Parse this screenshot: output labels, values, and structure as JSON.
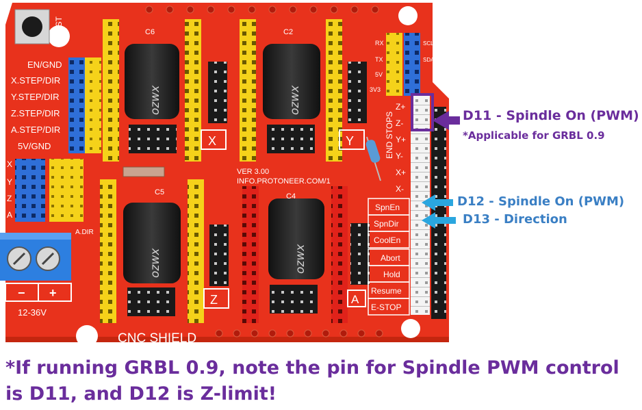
{
  "colors": {
    "board": "#e8321c",
    "board_dark": "#c4260f",
    "header_yellow": "#f5d21a",
    "header_blue": "#2f6fd8",
    "header_red": "#e0221a",
    "header_white": "#f2f2f2",
    "capacitor": "#1e1e1e",
    "terminal_blue": "#2d7fe0",
    "purple": "#6a2d9c",
    "cyan": "#2aa6df",
    "annotation_blue": "#3a7fc4"
  },
  "annotations": {
    "d11": "D11 - Spindle On (PWM)",
    "grbl_note": "*Applicable for GRBL 0.9",
    "d12": "D12 - Spindle On (PWM)",
    "d13": "D13 - Direction",
    "bottom_note": "*If running GRBL 0.9, note the pin for Spindle PWM control is D11, and D12 is Z-limit!"
  },
  "board": {
    "rst": "RST",
    "left_labels": [
      "EN/GND",
      "X.STEP/DIR",
      "Y.STEP/DIR",
      "Z.STEP/DIR",
      "A.STEP/DIR",
      "5V/GND"
    ],
    "jumper_labels": [
      "X",
      "Y",
      "Z",
      "A"
    ],
    "a_dir": "A.DIR",
    "power_minus": "−",
    "power_plus": "+",
    "voltage": "12-36V",
    "title": "CNC SHIELD",
    "version": "VER 3.00",
    "url": "INFO.PROTONEER.COM/1",
    "axis_x": "X",
    "axis_y": "Y",
    "axis_z": "Z",
    "axis_a": "A",
    "cap_c6": "C6",
    "cap_c2": "C2",
    "cap_c5": "C5",
    "cap_c4": "C4",
    "cap_brand": "ozwx",
    "endstops": "END STOPS",
    "endstop_labels": [
      "Z+",
      "Z-",
      "Y+",
      "Y-",
      "X+",
      "X-"
    ],
    "right_labels": [
      "SpnEn",
      "SpnDir",
      "CoolEn",
      "Abort",
      "Hold",
      "Resume",
      "E-STOP"
    ],
    "uart_labels": [
      "RX",
      "TX",
      "5V",
      "3V3"
    ],
    "uart_right": [
      "SCL",
      "SDA"
    ]
  }
}
